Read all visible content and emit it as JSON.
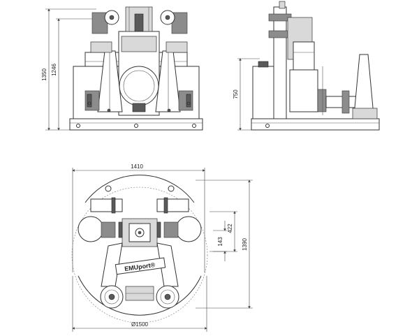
{
  "drawing": {
    "front_view": {
      "dim_total_height": "1350",
      "dim_inner_height": "1246"
    },
    "side_view": {
      "dim_height": "750"
    },
    "top_view": {
      "dim_width": "1410",
      "dim_depth": "1390",
      "dim_offset_a": "422",
      "dim_offset_b": "143",
      "dim_diameter": "Ø1500",
      "logo_text": "EMUport®"
    }
  }
}
